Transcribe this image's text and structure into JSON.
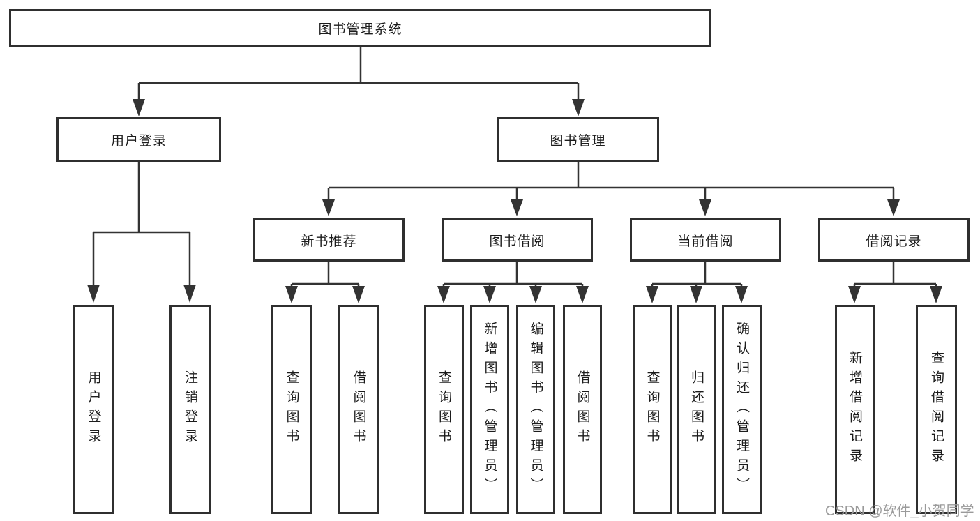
{
  "tree": {
    "label": "图书管理系统",
    "children": [
      {
        "label": "用户登录",
        "children": [
          {
            "label": "用户登录"
          },
          {
            "label": "注销登录"
          }
        ]
      },
      {
        "label": "图书管理",
        "children": [
          {
            "label": "新书推荐",
            "children": [
              {
                "label": "查询图书"
              },
              {
                "label": "借阅图书"
              }
            ]
          },
          {
            "label": "图书借阅",
            "children": [
              {
                "label": "查询图书"
              },
              {
                "label": "新增图书（管理员）"
              },
              {
                "label": "编辑图书（管理员）"
              },
              {
                "label": "借阅图书"
              }
            ]
          },
          {
            "label": "当前借阅",
            "children": [
              {
                "label": "查询图书"
              },
              {
                "label": "归还图书"
              },
              {
                "label": "确认归还（管理员）"
              }
            ]
          },
          {
            "label": "借阅记录",
            "children": [
              {
                "label": "新增借阅记录"
              },
              {
                "label": "查询借阅记录"
              }
            ]
          }
        ]
      }
    ]
  },
  "watermark": {
    "text": "CSDN @软件_小贺同学"
  },
  "colors": {
    "box_border": "#2f2f2f",
    "connector": "#333333",
    "text": "#1c1c1c",
    "watermark": "#9a9a9a",
    "background": "#ffffff"
  }
}
